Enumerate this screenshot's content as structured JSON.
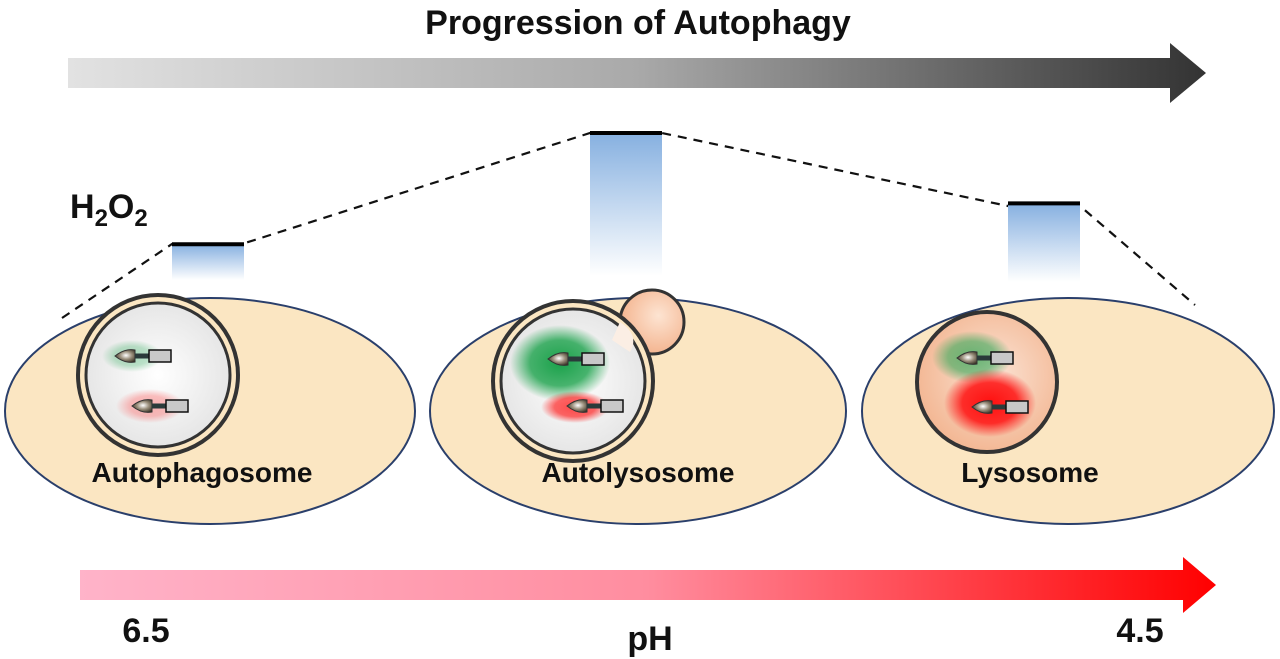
{
  "title": "Progression of Autophagy",
  "h2o2_label": {
    "main": "H",
    "sub1": "2",
    "mid": "O",
    "sub2": "2"
  },
  "stages": [
    {
      "name": "Autophagosome",
      "h2o2_level": 0.25,
      "green_intensity": "low",
      "red_intensity": "low"
    },
    {
      "name": "Autolysosome",
      "h2o2_level": 1.0,
      "green_intensity": "high",
      "red_intensity": "medium"
    },
    {
      "name": "Lysosome",
      "h2o2_level": 0.55,
      "green_intensity": "medium",
      "red_intensity": "high"
    }
  ],
  "ph_axis": {
    "label": "pH",
    "start": "6.5",
    "end": "4.5"
  },
  "colors": {
    "cell_fill": "#fbe6c2",
    "cell_stroke": "#2a3f6b",
    "h2o2_bar": "#8fb6e3",
    "green_probe": "#1aa14a",
    "red_probe": "#ff1010",
    "progress_arrow_start": "#e0e0e0",
    "progress_arrow_end": "#3a3a3a",
    "ph_arrow_start": "#ffb6c8",
    "ph_arrow_end": "#ff0000"
  }
}
